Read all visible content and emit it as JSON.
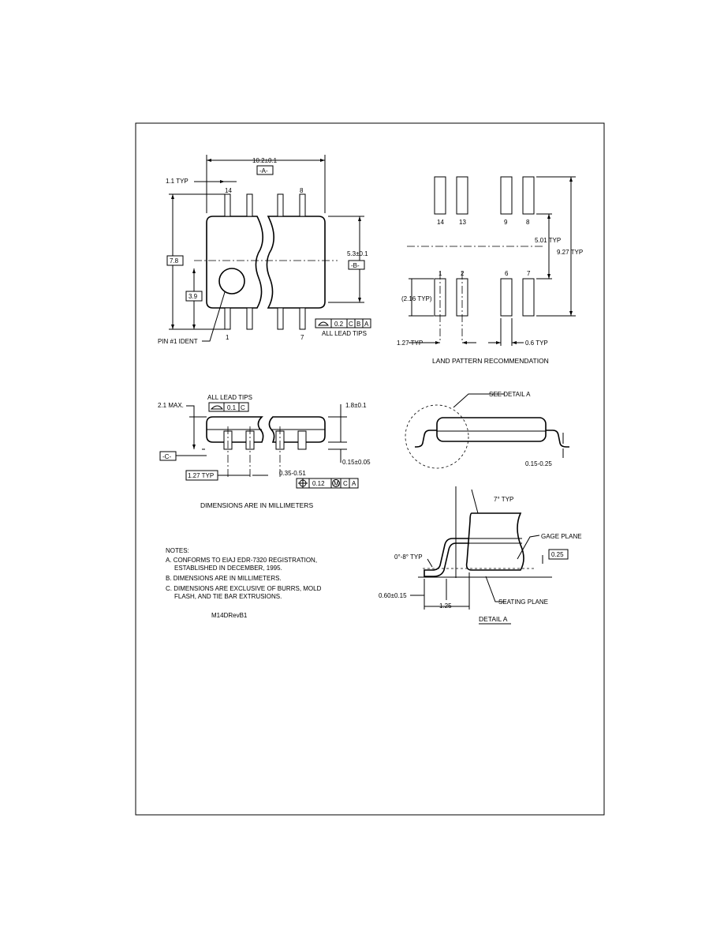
{
  "top_view": {
    "dim_width": "10.2±0.1",
    "datum_a": "-A-",
    "lead_pitch_typ": "1.1 TYP",
    "pin_14": "14",
    "pin_8": "8",
    "pin_1": "1",
    "pin_7": "7",
    "dim_body_width": "5.3±0.1",
    "datum_b": "-B-",
    "dim_7_8": "7.8",
    "dim_3_9": "3.9",
    "pin1_ident": "PIN #1 IDENT",
    "fcf_tol": "0.2",
    "fcf_c": "C",
    "fcf_b": "B",
    "fcf_a": "A",
    "all_lead_tips": "ALL LEAD TIPS"
  },
  "land_pattern": {
    "pin_14": "14",
    "pin_13": "13",
    "pin_9": "9",
    "pin_8": "8",
    "pin_1": "1",
    "pin_2": "2",
    "pin_6": "6",
    "pin_7": "7",
    "dim_5_01": "5.01 TYP",
    "dim_9_27": "9.27 TYP",
    "dim_2_16": "(2.16 TYP)",
    "dim_1_27": "1.27 TYP",
    "dim_0_6": "0.6 TYP",
    "title": "LAND PATTERN RECOMMENDATION"
  },
  "side_view": {
    "all_lead_tips": "ALL LEAD TIPS",
    "dim_max": "2.1 MAX.",
    "fcf_flat_tol": "0.1",
    "fcf_flat_c": "C",
    "dim_height": "1.8±0.1",
    "datum_c": "-C-",
    "dim_standoff": "0.15±0.05",
    "pitch": "1.27 TYP",
    "lead_width": "0.35-0.51",
    "fcf_pos_tol": "0.12",
    "fcf_pos_m": "M",
    "fcf_pos_c": "C",
    "fcf_pos_a": "A",
    "units_note": "DIMENSIONS ARE IN MILLIMETERS"
  },
  "end_view": {
    "see_detail": "SEE DETAIL A",
    "dim_lead_thick": "0.15-0.25"
  },
  "detail": {
    "angle_typ": "7° TYP",
    "gage_plane": "GAGE PLANE",
    "gage_dim": "0.25",
    "foot_angle": "0°-8° TYP",
    "foot_length": "0.60±0.15",
    "lead_length": "1.25",
    "seating_plane": "SEATING PLANE",
    "title": "DETAIL A"
  },
  "notes": {
    "heading": "NOTES:",
    "a_line1": "A. CONFORMS TO EIAJ EDR-7320 REGISTRATION,",
    "a_line2": "ESTABLISHED IN DECEMBER, 1995.",
    "b": "B. DIMENSIONS ARE IN MILLIMETERS.",
    "c_line1": "C. DIMENSIONS ARE EXCLUSIVE OF BURRS, MOLD",
    "c_line2": "FLASH, AND TIE BAR EXTRUSIONS.",
    "drawing_id": "M14DRevB1"
  }
}
